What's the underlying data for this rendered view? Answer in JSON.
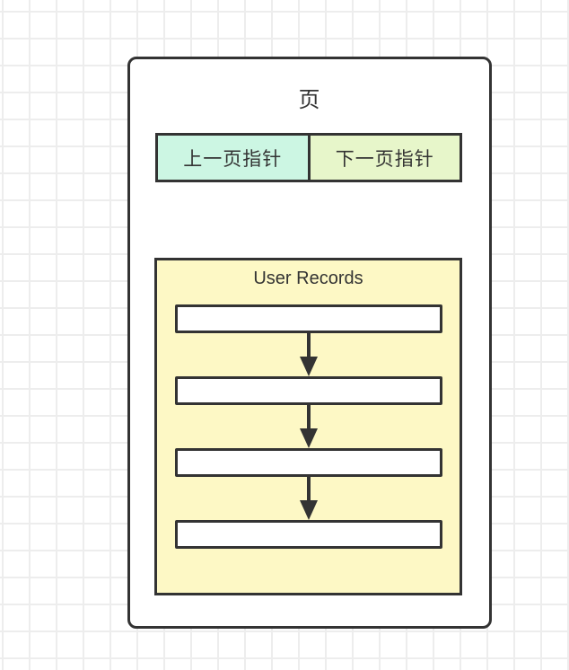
{
  "diagram": {
    "page_title": "页",
    "pointers": [
      {
        "label": "上一页指针",
        "fill": "#ccf6e3"
      },
      {
        "label": "下一页指针",
        "fill": "#e7f6ca"
      }
    ],
    "records_box": {
      "title": "User Records",
      "fill": "#fdf8c5",
      "record_count": 4,
      "record_fill": "#ffffff"
    },
    "colors": {
      "border": "#333333",
      "text": "#333333",
      "grid_line": "#ededed",
      "background": "#ffffff"
    }
  }
}
